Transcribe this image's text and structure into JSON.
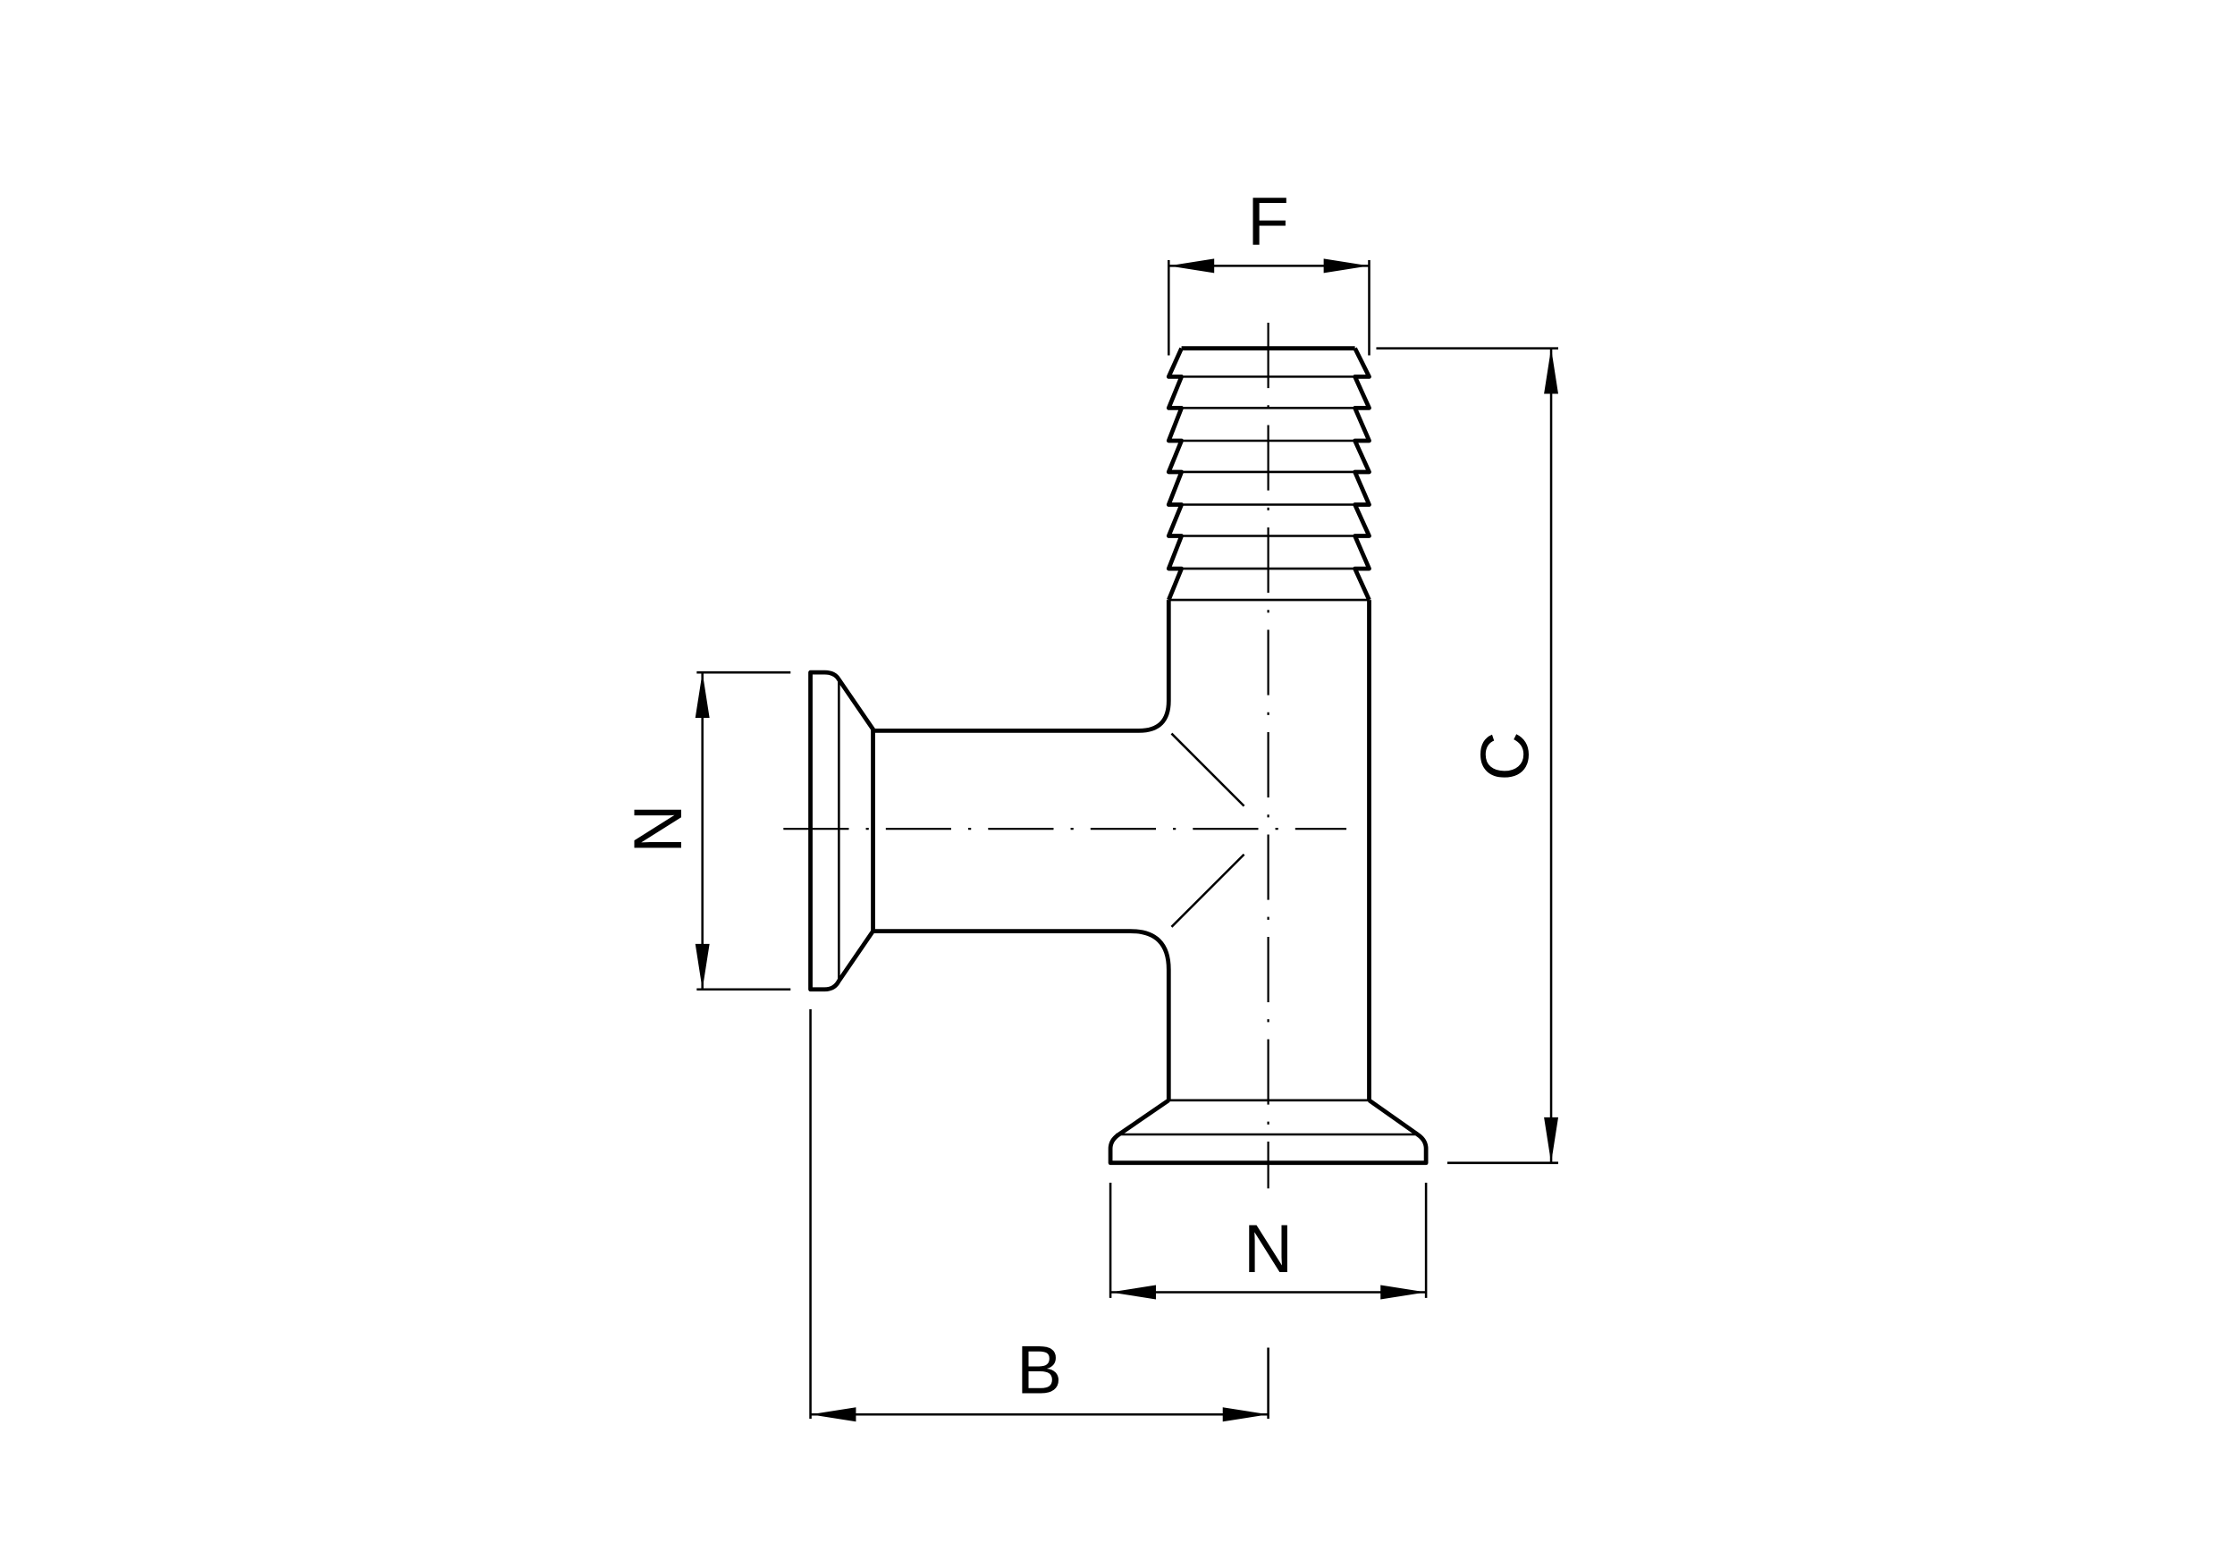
{
  "drawing": {
    "type": "sanitary tee fitting, technical drawing",
    "dimensions": {
      "top_width": "F",
      "height": "C",
      "left_flange": "N",
      "bottom_flange": "N",
      "branch_length": "B"
    },
    "colors": {
      "line": "#000000",
      "background": "#ffffff"
    }
  }
}
